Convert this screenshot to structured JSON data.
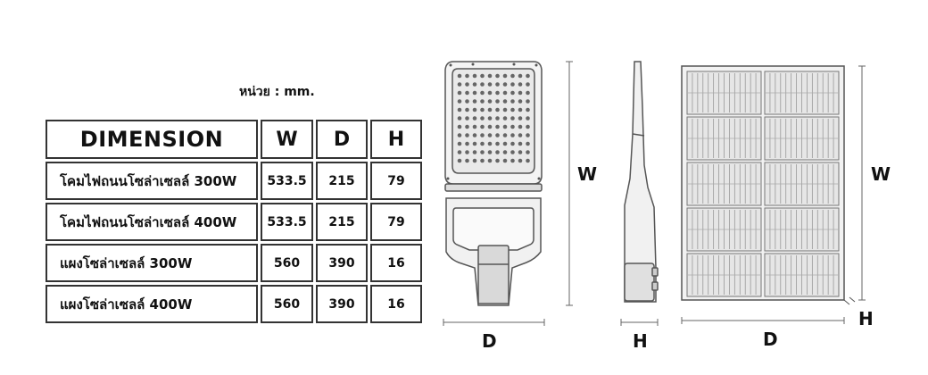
{
  "unit_label": "หน่วย : mm.",
  "table": {
    "headers": [
      "DIMENSION",
      "W",
      "D",
      "H"
    ],
    "rows": [
      {
        "name": "โคมไฟถนนโซล่าเซลล์ 300W",
        "w": "533.5",
        "d": "215",
        "h": "79"
      },
      {
        "name": "โคมไฟถนนโซล่าเซลล์ 400W",
        "w": "533.5",
        "d": "215",
        "h": "79"
      },
      {
        "name": "แผงโซล่าเซลล์ 300W",
        "w": "560",
        "d": "390",
        "h": "16"
      },
      {
        "name": "แผงโซล่าเซลล์ 400W",
        "w": "560",
        "d": "390",
        "h": "16"
      }
    ]
  },
  "diagram_labels": {
    "lamp_front_width": "W",
    "lamp_front_depth": "D",
    "lamp_side_height": "H",
    "panel_width": "W",
    "panel_depth": "D",
    "panel_height": "H"
  }
}
